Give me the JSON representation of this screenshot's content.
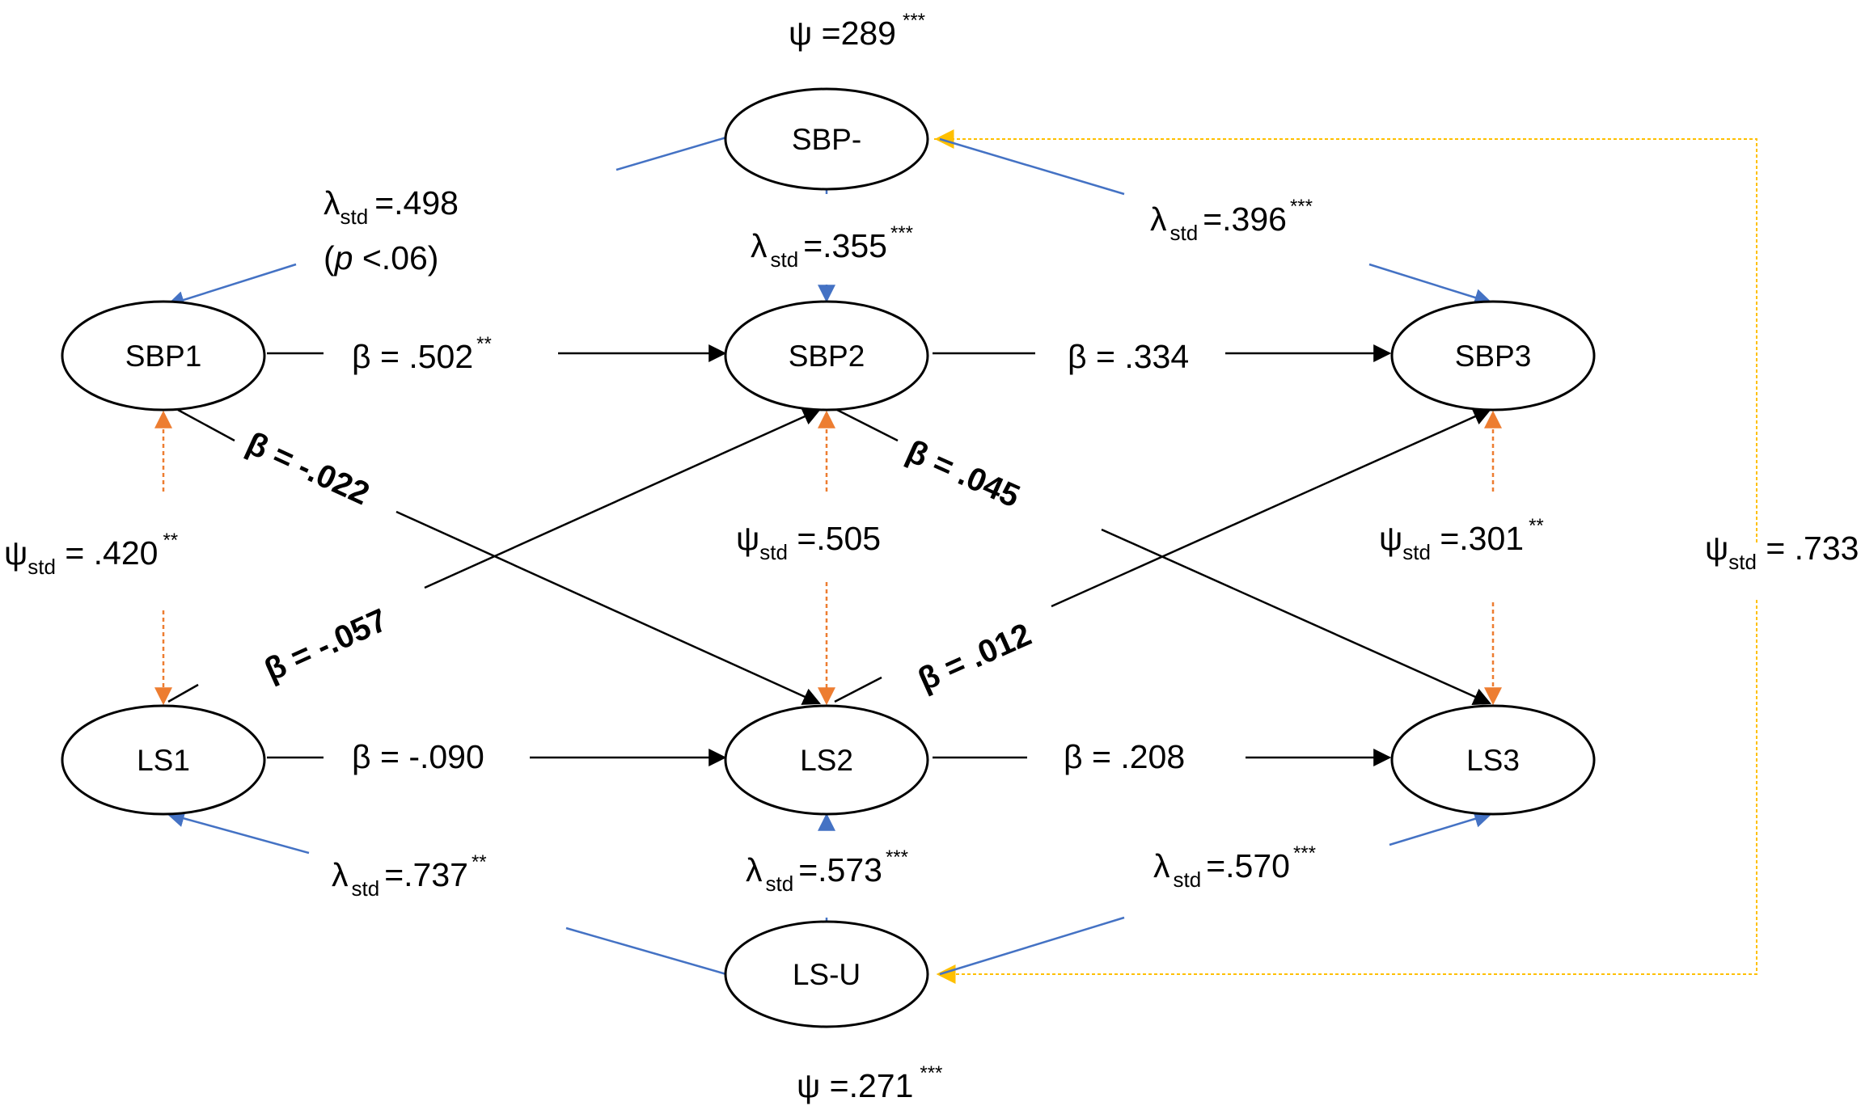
{
  "colors": {
    "regression": "#000000",
    "loading": "#4472c4",
    "residual": "#ed7d31",
    "covariance": "#ffc000"
  },
  "nodes": {
    "sbp1": "SBP1",
    "sbp2": "SBP2",
    "sbp3": "SBP3",
    "ls1": "LS1",
    "ls2": "LS2",
    "ls3": "LS3",
    "sbp_minus": "SBP-",
    "ls_u": "LS-U"
  },
  "paths": {
    "sbp1_sbp2": {
      "symbol": "β",
      "value": "= .502",
      "stars": "**"
    },
    "sbp2_sbp3": {
      "symbol": "β",
      "value": "= .334",
      "stars": ""
    },
    "ls1_ls2": {
      "symbol": "β",
      "value": "= -.090",
      "stars": ""
    },
    "ls2_ls3": {
      "symbol": "β",
      "value": "= .208",
      "stars": ""
    },
    "sbp1_ls2": {
      "symbol": "β",
      "value": "= -.022",
      "stars": ""
    },
    "ls1_sbp2": {
      "symbol": "β",
      "value": "= -.057",
      "stars": ""
    },
    "sbp2_ls3": {
      "symbol": "β",
      "value": "= .045",
      "stars": ""
    },
    "ls2_sbp3": {
      "symbol": "β",
      "value": "= .012",
      "stars": ""
    }
  },
  "loadings": {
    "sbp1": {
      "symbol": "λ",
      "sub": "std",
      "value": "=.498",
      "note": "(p <.06)",
      "note_italic": "p",
      "note_rest": " <.06)",
      "note_open": "(",
      "stars": ""
    },
    "sbp2": {
      "symbol": "λ",
      "sub": "std",
      "value": "=.355",
      "stars": "***"
    },
    "sbp3": {
      "symbol": "λ",
      "sub": "std",
      "value": "=.396",
      "stars": "***"
    },
    "ls1": {
      "symbol": "λ",
      "sub": "std",
      "value": "=.737",
      "stars": "**"
    },
    "ls2": {
      "symbol": "λ",
      "sub": "std",
      "value": "=.573",
      "stars": "***"
    },
    "ls3": {
      "symbol": "λ",
      "sub": "std",
      "value": "=.570",
      "stars": "***"
    }
  },
  "residuals": {
    "t1": {
      "symbol": "ψ",
      "sub": "std",
      "value": " = .420",
      "stars": "**"
    },
    "t2": {
      "symbol": "ψ",
      "sub": "std",
      "value": " =.505",
      "stars": ""
    },
    "t3": {
      "symbol": "ψ",
      "sub": "std",
      "value": " =.301",
      "stars": "**"
    },
    "method": {
      "symbol": "ψ",
      "sub": "std",
      "value": " = .733",
      "stars": ""
    }
  },
  "variances": {
    "sbp_minus": {
      "symbol": "ψ",
      "value": " =289",
      "stars": "***"
    },
    "ls_u": {
      "symbol": "ψ",
      "value": " =.271",
      "stars": "***"
    }
  }
}
